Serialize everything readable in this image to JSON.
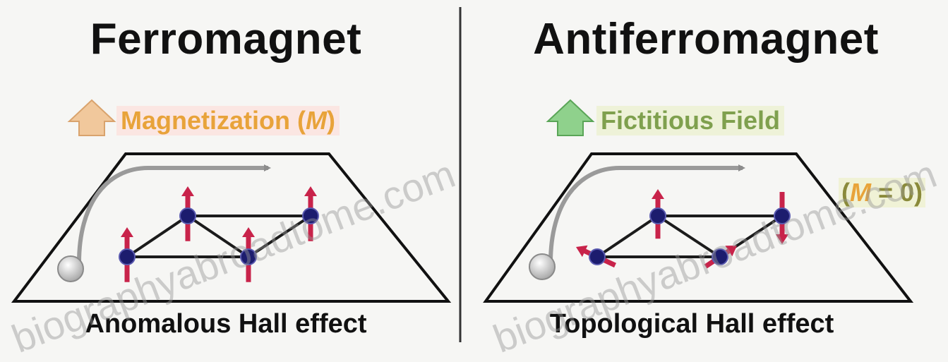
{
  "left_panel": {
    "title": "Ferromagnet",
    "label_text": "Magnetization (",
    "label_symbol": "M",
    "label_close": ")",
    "caption": "Anomalous Hall effect",
    "label_color": "#e8a33a",
    "label_bg": "#fbe6e2",
    "arrow_color": "#f1c89c"
  },
  "right_panel": {
    "title": "Antiferromagnet",
    "label_text": "Fictitious Field",
    "note_open": "(",
    "note_symbol": "M",
    "note_rest": " = 0)",
    "caption": "Topological Hall effect",
    "label_color": "#7fa04e",
    "label_bg": "#eef2d8",
    "arrow_color": "#8fd18c"
  },
  "watermark": "biographyabroadtome.com",
  "colors": {
    "atom": "#1c1c6e",
    "spin": "#c8234a",
    "bond": "#1b1b1b",
    "divider": "#333333"
  }
}
